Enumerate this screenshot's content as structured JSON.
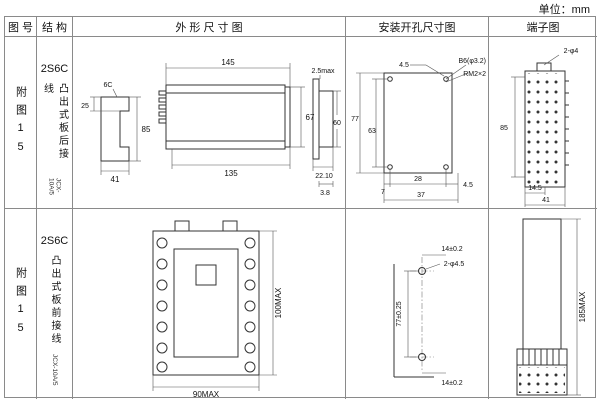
{
  "unit_label": "单位：mm",
  "header": {
    "fig_no": "图 号",
    "structure": "结 构",
    "outline": "外 形 尺 寸 图",
    "mounting": "安装开孔尺寸图",
    "terminal": "端子图"
  },
  "row1": {
    "fig_no": "附图15",
    "structure": {
      "model": "2S6C",
      "desc": "凸出式板后接线",
      "code": "JCX-10A/5"
    },
    "outline": {
      "d6c": "6C",
      "d25": "25",
      "d41": "41",
      "d85": "85",
      "d145": "145",
      "d135": "135",
      "d67": "67",
      "d25max": "2.5max",
      "d60": "60",
      "d221": "22.10",
      "d38": "3.8"
    },
    "mounting": {
      "d45t": "4.5",
      "b6": "B6(φ3.2)",
      "rm": "RM2×2",
      "d7": "7",
      "d77": "77",
      "d63": "63",
      "d28": "28",
      "d45b": "4.5",
      "d37": "37"
    },
    "terminal": {
      "dphi": "2-φ4",
      "d85": "85",
      "d145": "14.5",
      "d41": "41"
    }
  },
  "row2": {
    "fig_no": "附图15",
    "structure": {
      "model": "2S6C",
      "desc": "凸出式板前接线",
      "code": "JCX-10A/5"
    },
    "outline": {
      "d90": "90MAX",
      "d100": "100MAX"
    },
    "mounting": {
      "d14t": "14±0.2",
      "dphi": "2-φ4.5",
      "d77": "77±0.25",
      "d14b": "14±0.2"
    },
    "terminal": {
      "d185": "185MAX"
    }
  }
}
